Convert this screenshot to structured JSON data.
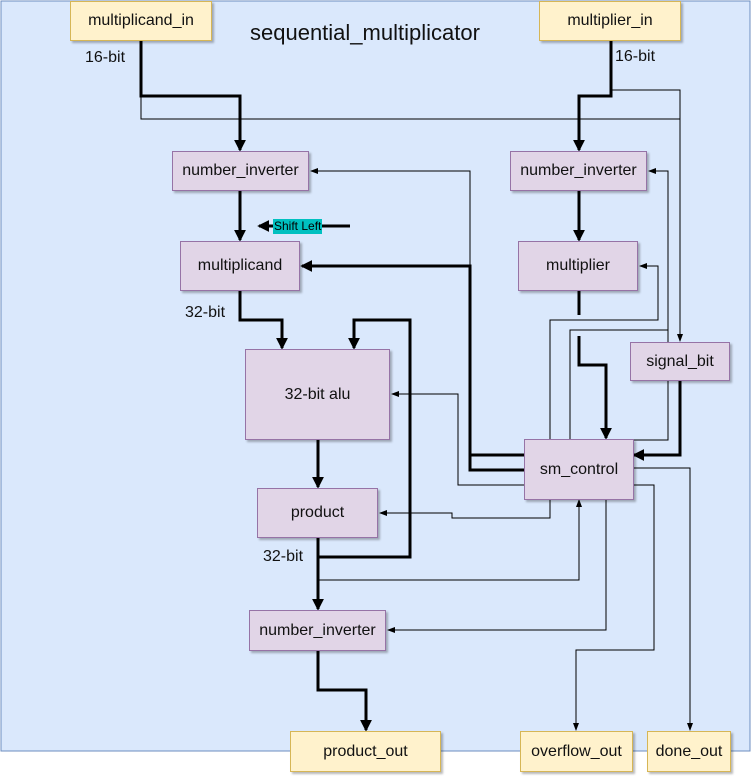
{
  "title": "sequential_multiplicator",
  "ports": {
    "multiplicand_in": "multiplicand_in",
    "multiplier_in": "multiplier_in",
    "product_out": "product_out",
    "overflow_out": "overflow_out",
    "done_out": "done_out"
  },
  "blocks": {
    "number_inverter_left": "number_inverter",
    "number_inverter_right": "number_inverter",
    "number_inverter_bottom": "number_inverter",
    "multiplicand": "multiplicand",
    "multiplier": "multiplier",
    "alu": "32-bit alu",
    "product": "product",
    "signal_bit": "signal_bit",
    "sm_control": "sm_control"
  },
  "labels": {
    "width_multiplicand_in": "16-bit",
    "width_multiplier_in": "16-bit",
    "width_multiplicand": "32-bit",
    "width_product": "32-bit",
    "shift_left": "Shift Left"
  },
  "colors": {
    "container_fill": "#dae8fc",
    "container_border": "#6c8ebf",
    "block_fill": "#e1d5e7",
    "block_border": "#9673a6",
    "port_fill": "#fff2cc",
    "port_border": "#d6b656",
    "tag_fill": "#00c0c0"
  }
}
